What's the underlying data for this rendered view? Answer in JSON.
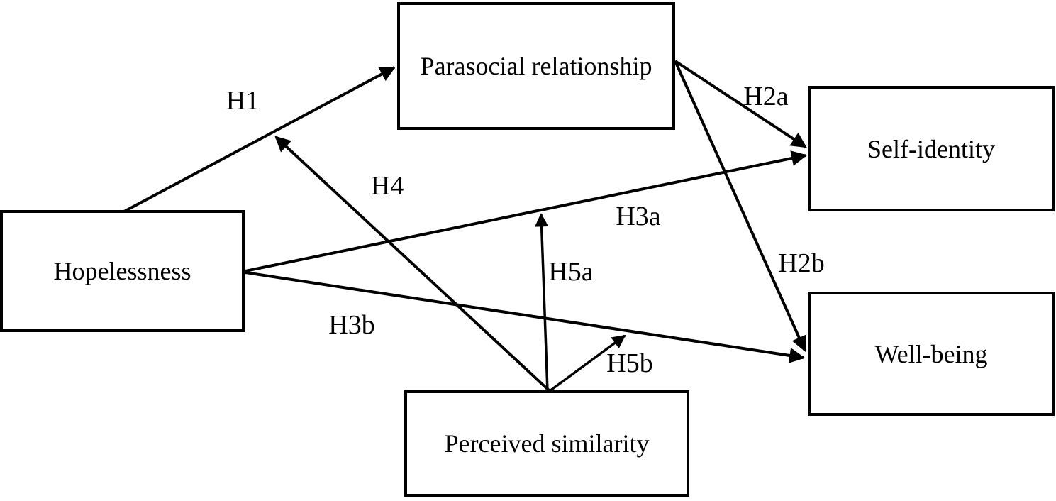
{
  "diagram": {
    "background_color": "#ffffff",
    "line_color": "#000000",
    "text_color": "#000000",
    "nodes": {
      "hopelessness": {
        "label": "Hopelessness"
      },
      "parasocial": {
        "label": "Parasocial relationship"
      },
      "self_identity": {
        "label": "Self-identity"
      },
      "well_being": {
        "label": "Well-being"
      },
      "perceived_similarity": {
        "label": "Perceived similarity"
      }
    },
    "paths": {
      "h1": {
        "label": "H1",
        "from": "hopelessness",
        "to": "parasocial"
      },
      "h2a": {
        "label": "H2a",
        "from": "parasocial",
        "to": "self_identity"
      },
      "h2b": {
        "label": "H2b",
        "from": "parasocial",
        "to": "well_being"
      },
      "h3a": {
        "label": "H3a",
        "from": "hopelessness",
        "to": "self_identity"
      },
      "h3b": {
        "label": "H3b",
        "from": "hopelessness",
        "to": "well_being"
      },
      "h4": {
        "label": "H4",
        "from": "perceived_similarity",
        "to": "path-h1"
      },
      "h5a": {
        "label": "H5a",
        "from": "perceived_similarity",
        "to": "path-h3a"
      },
      "h5b": {
        "label": "H5b",
        "from": "perceived_similarity",
        "to": "path-h3b"
      }
    }
  }
}
